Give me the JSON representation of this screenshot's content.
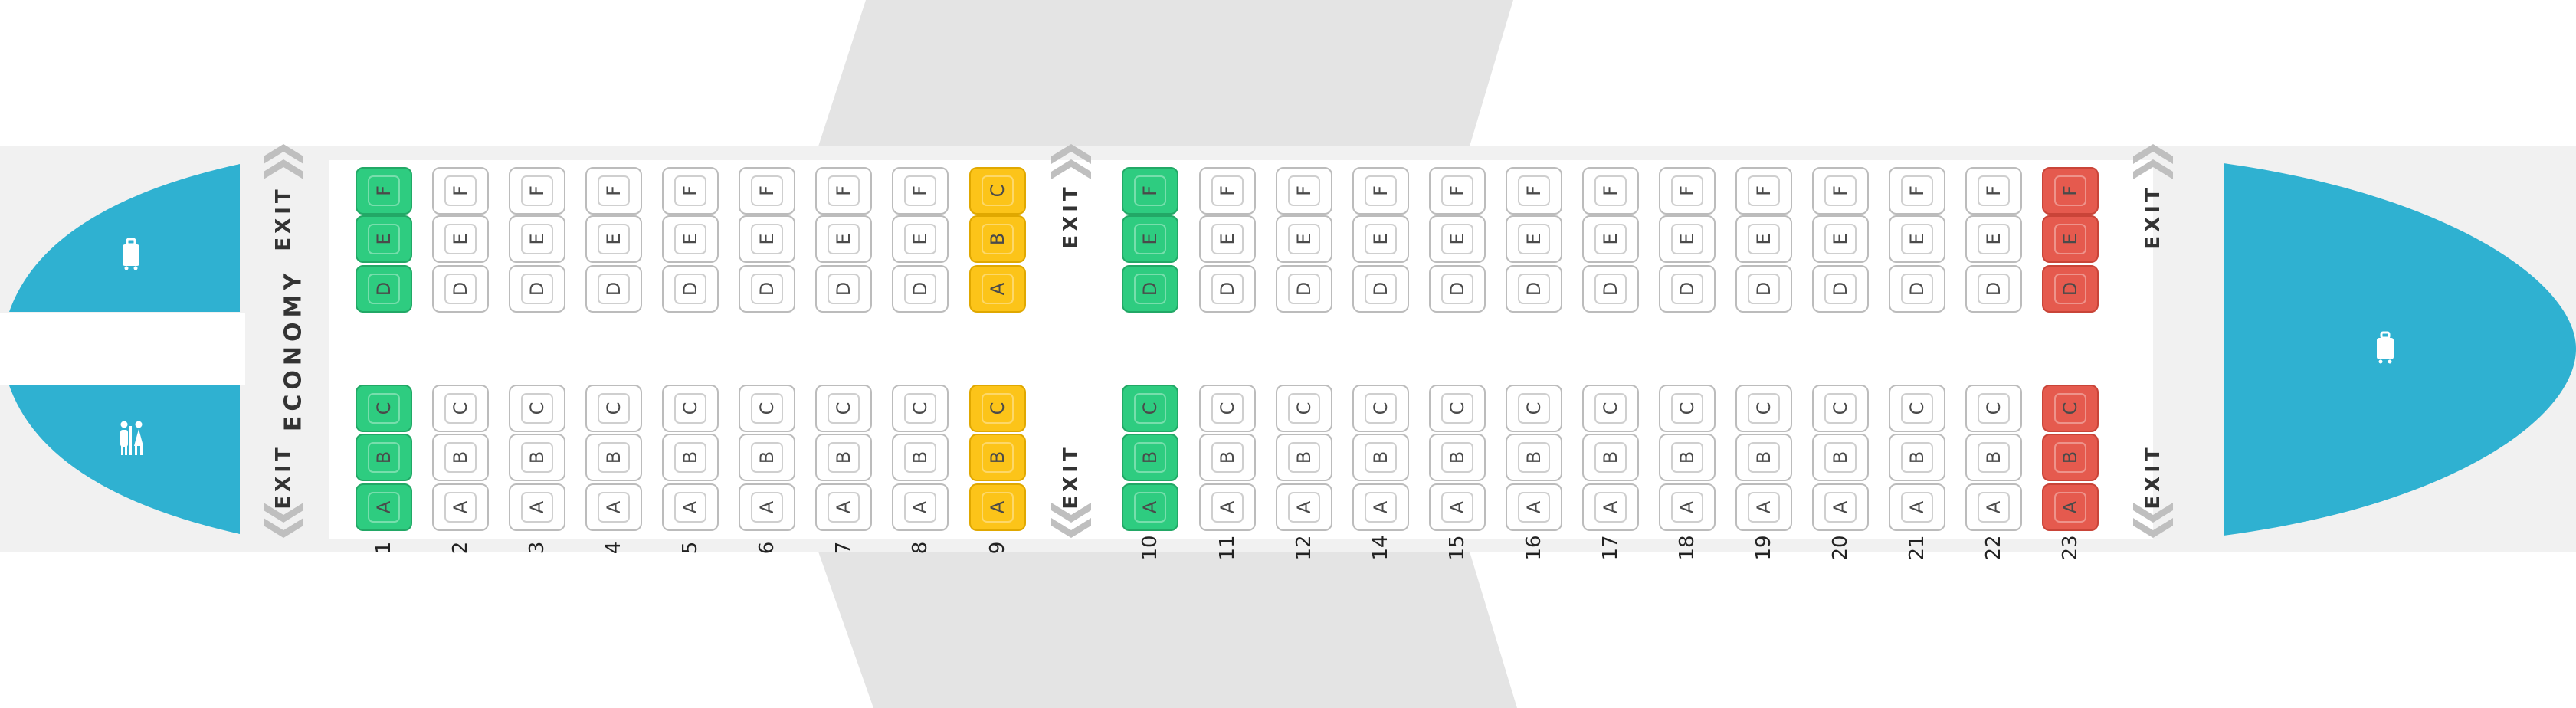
{
  "cabin": {
    "label": "ECONOMY"
  },
  "exit_label": "EXIT",
  "seat_letters_left_block": [
    "A",
    "B",
    "C"
  ],
  "seat_letters_right_block": [
    "D",
    "E",
    "F"
  ],
  "icons": {
    "front_left_top": "luggage-icon",
    "front_left_bottom": "lavatory-icon",
    "rear": "luggage-icon"
  },
  "colors": {
    "fuselage": "#f1f1f1",
    "wing": "#e4e4e4",
    "facility": "#2fb1d1",
    "seat_available": "#ffffff",
    "seat_outline": "#bcbcbc",
    "seat_green": "#2ecc80",
    "seat_yellow": "#fcc419",
    "seat_red": "#e55a4e",
    "exit_chevron": "#bfbfbf"
  },
  "rows": [
    {
      "number": "1",
      "top_letters": [
        "D",
        "E",
        "F"
      ],
      "bottom_letters": [
        "A",
        "B",
        "C"
      ],
      "status": "green"
    },
    {
      "number": "2",
      "top_letters": [
        "D",
        "E",
        "F"
      ],
      "bottom_letters": [
        "A",
        "B",
        "C"
      ],
      "status": "standard"
    },
    {
      "number": "3",
      "top_letters": [
        "D",
        "E",
        "F"
      ],
      "bottom_letters": [
        "A",
        "B",
        "C"
      ],
      "status": "standard"
    },
    {
      "number": "4",
      "top_letters": [
        "D",
        "E",
        "F"
      ],
      "bottom_letters": [
        "A",
        "B",
        "C"
      ],
      "status": "standard"
    },
    {
      "number": "5",
      "top_letters": [
        "D",
        "E",
        "F"
      ],
      "bottom_letters": [
        "A",
        "B",
        "C"
      ],
      "status": "standard"
    },
    {
      "number": "6",
      "top_letters": [
        "D",
        "E",
        "F"
      ],
      "bottom_letters": [
        "A",
        "B",
        "C"
      ],
      "status": "standard"
    },
    {
      "number": "7",
      "top_letters": [
        "D",
        "E",
        "F"
      ],
      "bottom_letters": [
        "A",
        "B",
        "C"
      ],
      "status": "standard"
    },
    {
      "number": "8",
      "top_letters": [
        "D",
        "E",
        "F"
      ],
      "bottom_letters": [
        "A",
        "B",
        "C"
      ],
      "status": "standard"
    },
    {
      "number": "9",
      "top_letters": [
        "A",
        "B",
        "C"
      ],
      "bottom_letters": [
        "A",
        "B",
        "C"
      ],
      "status": "yellow"
    },
    {
      "number": "10",
      "top_letters": [
        "D",
        "E",
        "F"
      ],
      "bottom_letters": [
        "A",
        "B",
        "C"
      ],
      "status": "green"
    },
    {
      "number": "11",
      "top_letters": [
        "D",
        "E",
        "F"
      ],
      "bottom_letters": [
        "A",
        "B",
        "C"
      ],
      "status": "standard"
    },
    {
      "number": "12",
      "top_letters": [
        "D",
        "E",
        "F"
      ],
      "bottom_letters": [
        "A",
        "B",
        "C"
      ],
      "status": "standard"
    },
    {
      "number": "14",
      "top_letters": [
        "D",
        "E",
        "F"
      ],
      "bottom_letters": [
        "A",
        "B",
        "C"
      ],
      "status": "standard"
    },
    {
      "number": "15",
      "top_letters": [
        "D",
        "E",
        "F"
      ],
      "bottom_letters": [
        "A",
        "B",
        "C"
      ],
      "status": "standard"
    },
    {
      "number": "16",
      "top_letters": [
        "D",
        "E",
        "F"
      ],
      "bottom_letters": [
        "A",
        "B",
        "C"
      ],
      "status": "standard"
    },
    {
      "number": "17",
      "top_letters": [
        "D",
        "E",
        "F"
      ],
      "bottom_letters": [
        "A",
        "B",
        "C"
      ],
      "status": "standard"
    },
    {
      "number": "18",
      "top_letters": [
        "D",
        "E",
        "F"
      ],
      "bottom_letters": [
        "A",
        "B",
        "C"
      ],
      "status": "standard"
    },
    {
      "number": "19",
      "top_letters": [
        "D",
        "E",
        "F"
      ],
      "bottom_letters": [
        "A",
        "B",
        "C"
      ],
      "status": "standard"
    },
    {
      "number": "20",
      "top_letters": [
        "D",
        "E",
        "F"
      ],
      "bottom_letters": [
        "A",
        "B",
        "C"
      ],
      "status": "standard"
    },
    {
      "number": "21",
      "top_letters": [
        "D",
        "E",
        "F"
      ],
      "bottom_letters": [
        "A",
        "B",
        "C"
      ],
      "status": "standard"
    },
    {
      "number": "22",
      "top_letters": [
        "D",
        "E",
        "F"
      ],
      "bottom_letters": [
        "A",
        "B",
        "C"
      ],
      "status": "standard"
    },
    {
      "number": "23",
      "top_letters": [
        "D",
        "E",
        "F"
      ],
      "bottom_letters": [
        "A",
        "B",
        "C"
      ],
      "status": "red"
    }
  ]
}
